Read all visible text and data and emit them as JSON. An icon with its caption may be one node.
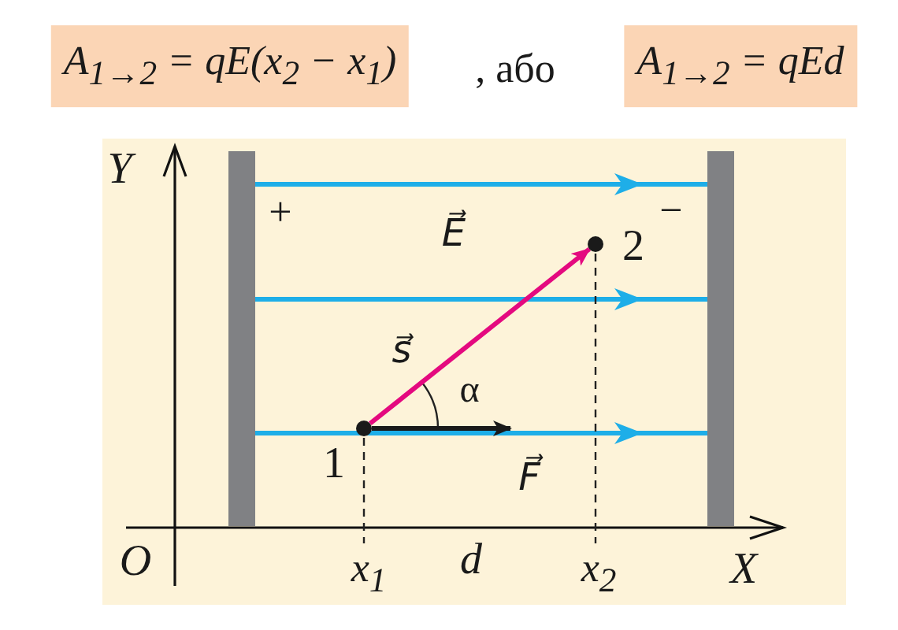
{
  "diagram": {
    "nodes": [
      {
        "text": [],
        "shape": "circle",
        "beside": [
          "1"
        ]
      },
      {
        "text": [],
        "shape": "circle",
        "beside": [
          "2"
        ]
      }
    ],
    "edges": [
      {
        "from": 0,
        "to": 1,
        "arrow": "to",
        "label": "s⃗",
        "color": "#e4097f"
      },
      {
        "from": 0,
        "to": null,
        "arrow": "to",
        "label": "F⃗",
        "color": "#1a1a1a"
      }
    ],
    "labels": [
      "A$_{1→2}$ = qE(x$_{2}$ − x$_{1}$)",
      ", або",
      "A$_{1→2}$ = qEd",
      "Y",
      "+",
      "E⃗",
      "−",
      "α",
      "O",
      "x$_{1}$",
      "d",
      "x$_{2}$",
      "X"
    ]
  }
}
